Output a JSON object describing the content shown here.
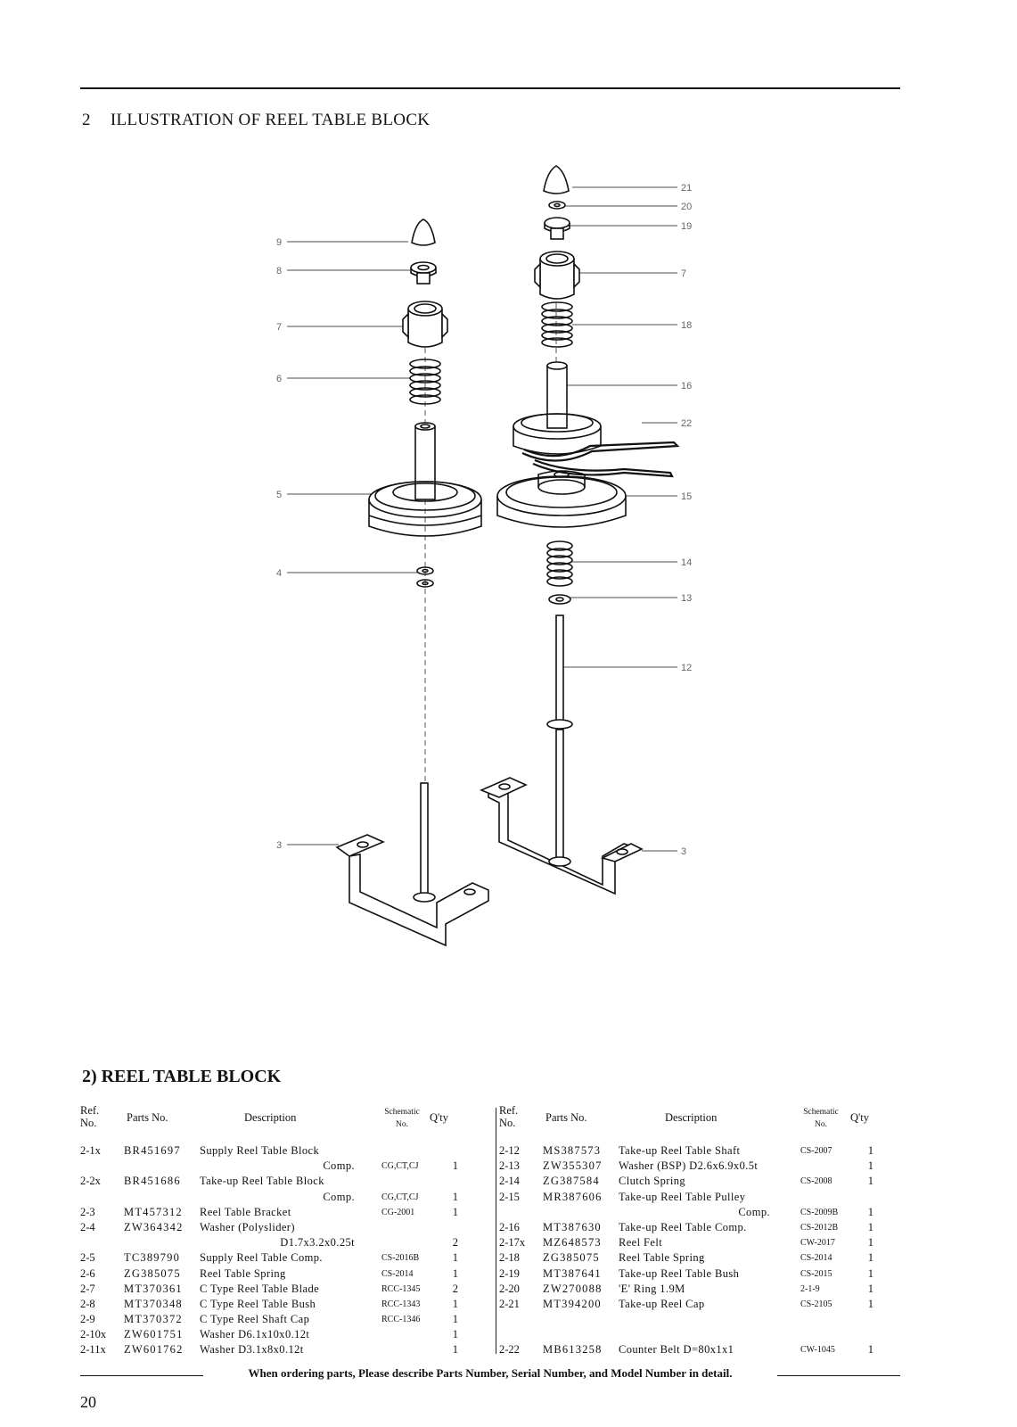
{
  "section": {
    "number": "2",
    "title": "ILLUSTRATION OF REEL TABLE BLOCK"
  },
  "diagram": {
    "left_callouts": [
      "9",
      "8",
      "7",
      "6",
      "5",
      "4",
      "3"
    ],
    "right_callouts": [
      "21",
      "20",
      "19",
      "7",
      "18",
      "16",
      "22",
      "15",
      "14",
      "13",
      "12",
      "3"
    ]
  },
  "subsection_title": "2) REEL TABLE BLOCK",
  "table_headers": {
    "ref": "Ref.",
    "ref_no": "No.",
    "parts_no": "Parts No.",
    "description": "Description",
    "schematic": "Schematic",
    "schematic_no": "No.",
    "qty": "Q'ty"
  },
  "left_table": [
    {
      "ref": "2-1x",
      "part": "BR451697",
      "desc": "Supply Reel Table Block",
      "sch": "",
      "qty": ""
    },
    {
      "ref": "",
      "part": "",
      "desc": "Comp.",
      "indent": true,
      "sch": "CG,CT,CJ",
      "qty": "1"
    },
    {
      "ref": "2-2x",
      "part": "BR451686",
      "desc": "Take-up Reel Table Block",
      "sch": "",
      "qty": ""
    },
    {
      "ref": "",
      "part": "",
      "desc": "Comp.",
      "indent": true,
      "sch": "CG,CT,CJ",
      "qty": "1"
    },
    {
      "ref": "2-3",
      "part": "MT457312",
      "desc": "Reel Table Bracket",
      "sch": "CG-2001",
      "qty": "1"
    },
    {
      "ref": "2-4",
      "part": "ZW364342",
      "desc": "Washer (Polyslider)",
      "sch": "",
      "qty": ""
    },
    {
      "ref": "",
      "part": "",
      "desc": "D1.7x3.2x0.25t",
      "indent": true,
      "sch": "",
      "qty": "2"
    },
    {
      "ref": "2-5",
      "part": "TC389790",
      "desc": "Supply Reel Table Comp.",
      "sch": "CS-2016B",
      "qty": "1"
    },
    {
      "ref": "2-6",
      "part": "ZG385075",
      "desc": "Reel Table Spring",
      "sch": "CS-2014",
      "qty": "1"
    },
    {
      "ref": "2-7",
      "part": "MT370361",
      "desc": "C Type Reel Table Blade",
      "sch": "RCC-1345",
      "qty": "2"
    },
    {
      "ref": "2-8",
      "part": "MT370348",
      "desc": "C Type Reel Table Bush",
      "sch": "RCC-1343",
      "qty": "1"
    },
    {
      "ref": "2-9",
      "part": "MT370372",
      "desc": "C Type Reel Shaft Cap",
      "sch": "RCC-1346",
      "qty": "1"
    },
    {
      "ref": "2-10x",
      "part": "ZW601751",
      "desc": "Washer D6.1x10x0.12t",
      "sch": "",
      "qty": "1"
    },
    {
      "ref": "2-11x",
      "part": "ZW601762",
      "desc": "Washer D3.1x8x0.12t",
      "sch": "",
      "qty": "1"
    }
  ],
  "right_table": [
    {
      "ref": "2-12",
      "part": "MS387573",
      "desc": "Take-up Reel Table Shaft",
      "sch": "CS-2007",
      "qty": "1"
    },
    {
      "ref": "2-13",
      "part": "ZW355307",
      "desc": "Washer (BSP) D2.6x6.9x0.5t",
      "sch": "",
      "qty": "1"
    },
    {
      "ref": "2-14",
      "part": "ZG387584",
      "desc": "Clutch Spring",
      "sch": "CS-2008",
      "qty": "1"
    },
    {
      "ref": "2-15",
      "part": "MR387606",
      "desc": "Take-up Reel Table Pulley",
      "sch": "",
      "qty": ""
    },
    {
      "ref": "",
      "part": "",
      "desc": "Comp.",
      "indent": true,
      "sch": "CS-2009B",
      "qty": "1"
    },
    {
      "ref": "2-16",
      "part": "MT387630",
      "desc": "Take-up Reel Table Comp.",
      "sch": "CS-2012B",
      "qty": "1"
    },
    {
      "ref": "2-17x",
      "part": "MZ648573",
      "desc": "Reel Felt",
      "sch": "CW-2017",
      "qty": "1"
    },
    {
      "ref": "2-18",
      "part": "ZG385075",
      "desc": "Reel Table Spring",
      "sch": "CS-2014",
      "qty": "1"
    },
    {
      "ref": "2-19",
      "part": "MT387641",
      "desc": "Take-up Reel Table Bush",
      "sch": "CS-2015",
      "qty": "1"
    },
    {
      "ref": "2-20",
      "part": "ZW270088",
      "desc": "'E' Ring 1.9M",
      "sch": "2-1-9",
      "qty": "1"
    },
    {
      "ref": "2-21",
      "part": "MT394200",
      "desc": "Take-up Reel Cap",
      "sch": "CS-2105",
      "qty": "1"
    },
    {
      "ref": "",
      "part": "",
      "desc": "",
      "sch": "",
      "qty": ""
    },
    {
      "ref": "",
      "part": "",
      "desc": "",
      "sch": "",
      "qty": ""
    },
    {
      "ref": "2-22",
      "part": "MB613258",
      "desc": "Counter Belt D=80x1x1",
      "sch": "CW-1045",
      "qty": "1"
    }
  ],
  "footer_note": "When ordering parts, Please describe Parts Number, Serial Number, and Model Number in detail.",
  "page_number": "20"
}
